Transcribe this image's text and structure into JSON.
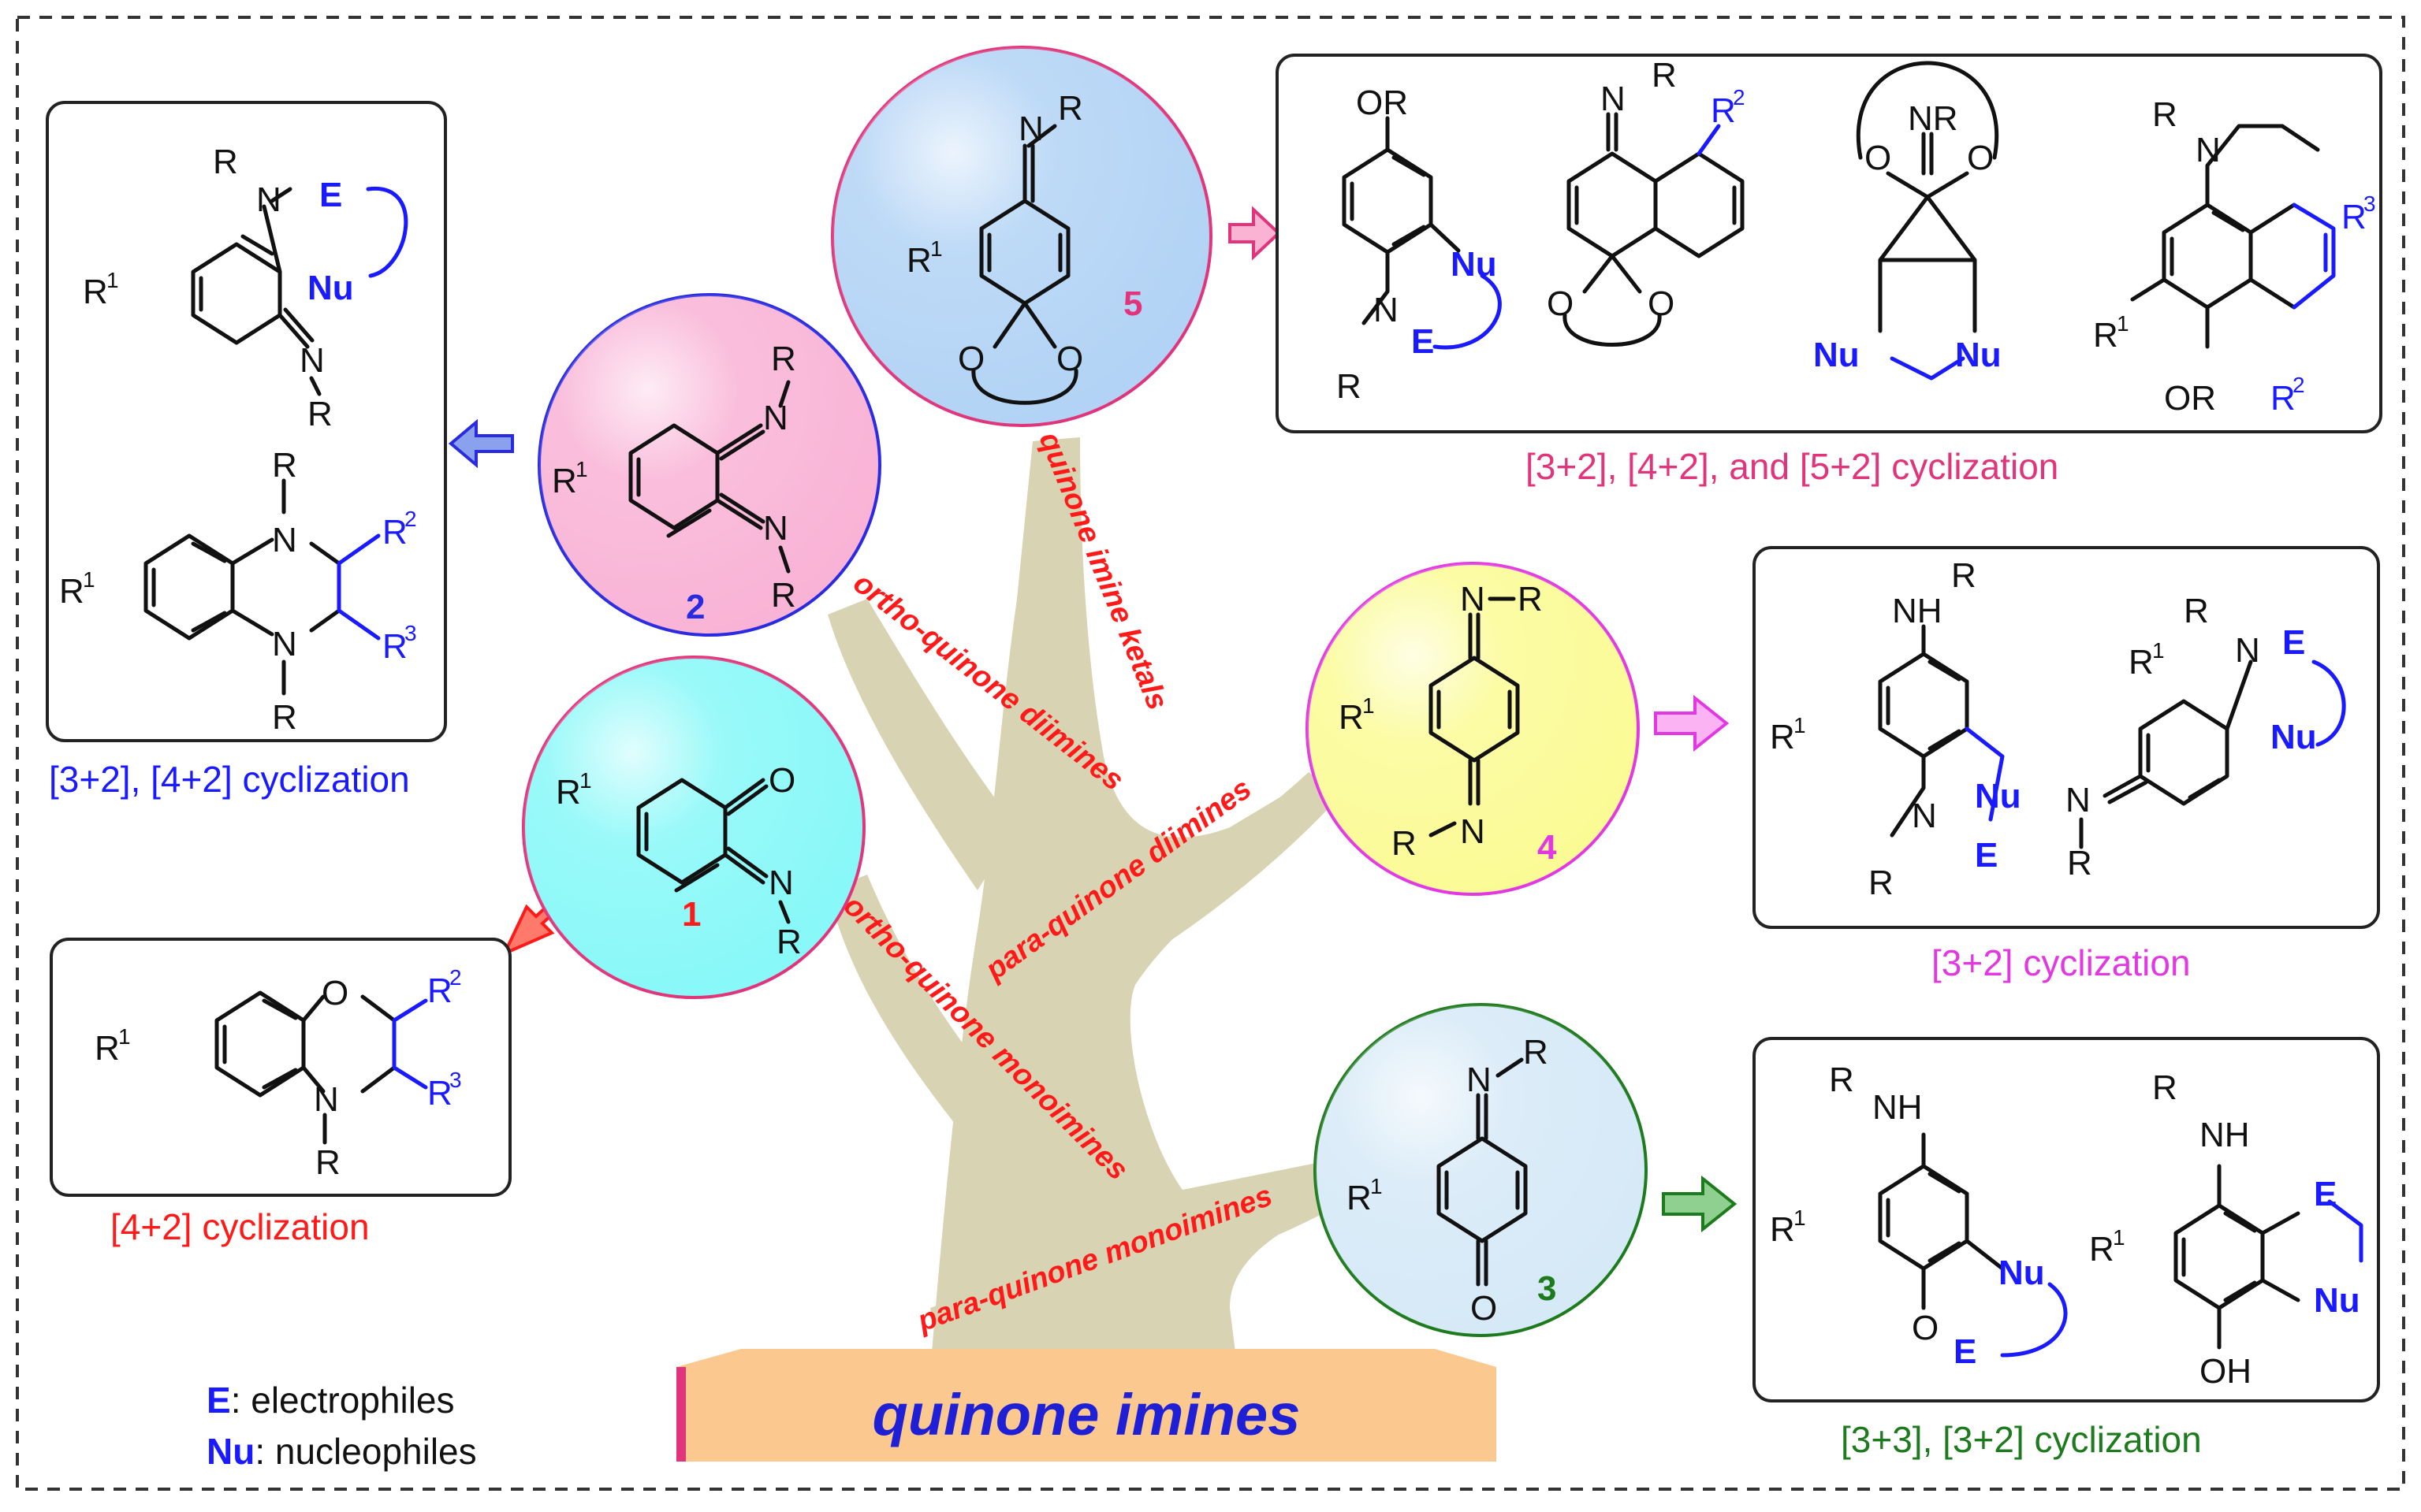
{
  "title": "quinone imines",
  "branches": [
    {
      "label": "ortho-quinone diimines"
    },
    {
      "label": "quinone imine ketals"
    },
    {
      "label": "para-quinone diimines"
    },
    {
      "label": "ortho-quinone monoimines"
    },
    {
      "label": "para-quinone monoimines"
    }
  ],
  "nodes": [
    {
      "number": "1",
      "color": "#88f8f8",
      "border": "#e0357a"
    },
    {
      "number": "2",
      "color": "#f9b3d6",
      "border": "#2a2ae0"
    },
    {
      "number": "3",
      "color": "#d6e9f7",
      "border": "#1d7a1d"
    },
    {
      "number": "4",
      "color": "#fbfb96",
      "border": "#e238e2"
    },
    {
      "number": "5",
      "color": "#b2d3f5",
      "border": "#e0357a"
    }
  ],
  "captions": {
    "top_left": "[3+2], [4+2] cyclization",
    "bottom_left": "[4+2] cyclization",
    "top_right": "[3+2], [4+2], and [5+2] cyclization",
    "mid_right": "[3+2] cyclization",
    "bottom_right": "[3+3], [3+2] cyclization"
  },
  "legend": [
    {
      "key": "E",
      "text": ": electrophiles"
    },
    {
      "key": "Nu",
      "text": ": nucleophiles"
    }
  ],
  "labels": {
    "R": "R",
    "R1": "R",
    "sup1": "1",
    "R2": "R",
    "sup2": "2",
    "R3": "R",
    "sup3": "3",
    "N": "N",
    "O": "O",
    "E": "E",
    "Nu": "Nu",
    "NH": "NH",
    "OH": "OH",
    "OR": "OR",
    "NR": "NR"
  },
  "colors": {
    "red": "#ff1a1a",
    "blue": "#1a1aff",
    "pink": "#e0357a",
    "magenta": "#e238e2",
    "green": "#1d7a1d",
    "trunk": "#d8d3b2",
    "base": "#fbc98f"
  }
}
